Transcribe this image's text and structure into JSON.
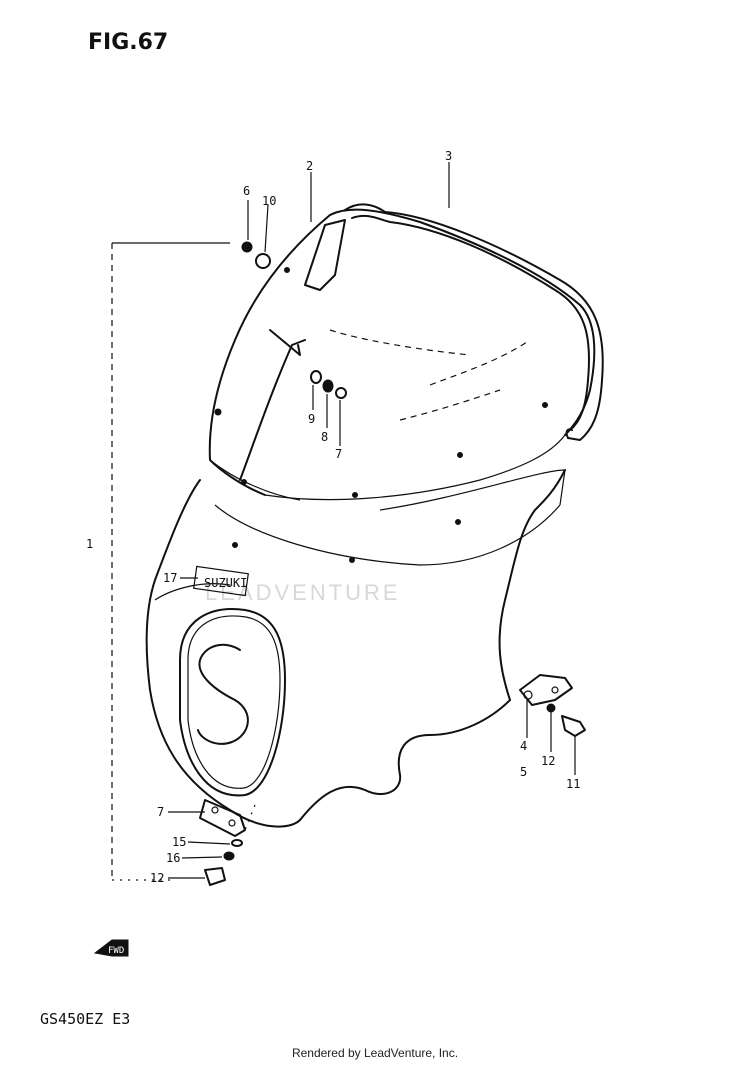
{
  "figure": {
    "title": "FIG.67",
    "model_code": "GS450EZ  E3"
  },
  "footer": {
    "credit": "Rendered by LeadVenture, Inc."
  },
  "watermark": {
    "text": "LEADVENTURE"
  },
  "fairing_badge": {
    "text": "SUZUKI"
  },
  "front_arrow": {
    "text": "FWD"
  },
  "callouts": [
    "1",
    "2",
    "3",
    "4",
    "5",
    "6",
    "7",
    "7",
    "8",
    "9",
    "10",
    "11",
    "12",
    "12",
    "15",
    "16",
    "17"
  ]
}
